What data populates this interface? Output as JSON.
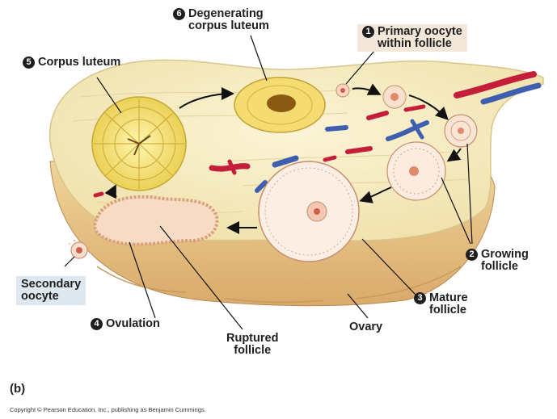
{
  "labels": {
    "primary_oocyte": {
      "number": "1",
      "line1": "Primary oocyte",
      "line2": "within follicle"
    },
    "growing_follicle": {
      "number": "2",
      "line1": "Growing",
      "line2": "follicle"
    },
    "mature_follicle": {
      "number": "3",
      "line1": "Mature",
      "line2": "follicle"
    },
    "ovulation": {
      "number": "4",
      "text": "Ovulation"
    },
    "corpus_luteum": {
      "number": "5",
      "text": "Corpus luteum"
    },
    "degenerating_corpus_luteum": {
      "number": "6",
      "line1": "Degenerating",
      "line2": "corpus luteum"
    },
    "secondary_oocyte": {
      "line1": "Secondary",
      "line2": "oocyte"
    },
    "ruptured_follicle": {
      "line1": "Ruptured",
      "line2": "follicle"
    },
    "ovary": "Ovary"
  },
  "panel_label": "(b)",
  "copyright": "Copyright © Pearson Education, Inc., publishing as Benjamin Cummings.",
  "colors": {
    "ovary_body": "#f4e9bf",
    "ovary_tissue": "#eac889",
    "corpus_luteum": "#f3e17a",
    "follicle": "#f8e4c8",
    "artery": "#c41e3a",
    "vein": "#3e5fb0",
    "label_box_tan": "#f2e7d8",
    "label_box_blue": "#dfe8f1"
  }
}
